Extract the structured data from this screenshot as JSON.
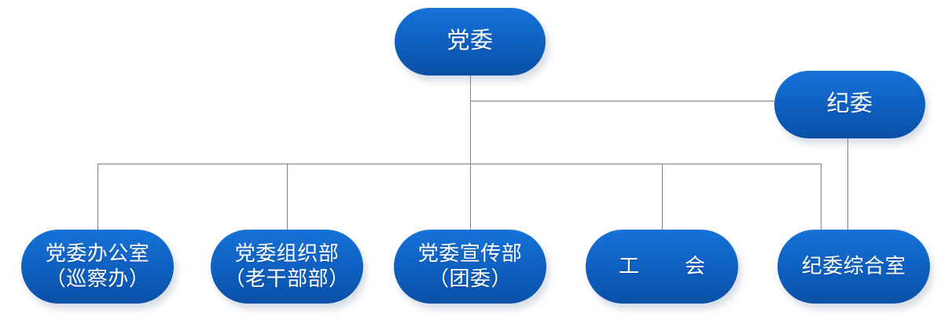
{
  "chart": {
    "type": "org-chart",
    "title": "",
    "accent_color": "#0f62c4",
    "accent_color_dark": "#0a4fa6",
    "accent_color_light": "#1673d8",
    "line_color": "#808080",
    "text_color": "#ffffff",
    "root": {
      "id": "party-committee",
      "label": "党委"
    },
    "side": {
      "id": "discipline-committee",
      "label": "纪委"
    },
    "leaves": [
      {
        "id": "party-office",
        "label": "党委办公室\n（巡察办）"
      },
      {
        "id": "organization-department",
        "label": "党委组织部\n（老干部部）"
      },
      {
        "id": "publicity-department",
        "label": "党委宣传部\n（团委）"
      },
      {
        "id": "labor-union",
        "label": "工　会"
      },
      {
        "id": "discipline-general-office",
        "label": "纪委综合室"
      }
    ],
    "edges": [
      {
        "from": "party-committee",
        "to": "discipline-committee"
      },
      {
        "from": "party-committee",
        "to": "party-office"
      },
      {
        "from": "party-committee",
        "to": "organization-department"
      },
      {
        "from": "party-committee",
        "to": "publicity-department"
      },
      {
        "from": "party-committee",
        "to": "labor-union"
      },
      {
        "from": "party-committee",
        "to": "discipline-general-office"
      },
      {
        "from": "discipline-committee",
        "to": "discipline-general-office"
      }
    ]
  }
}
